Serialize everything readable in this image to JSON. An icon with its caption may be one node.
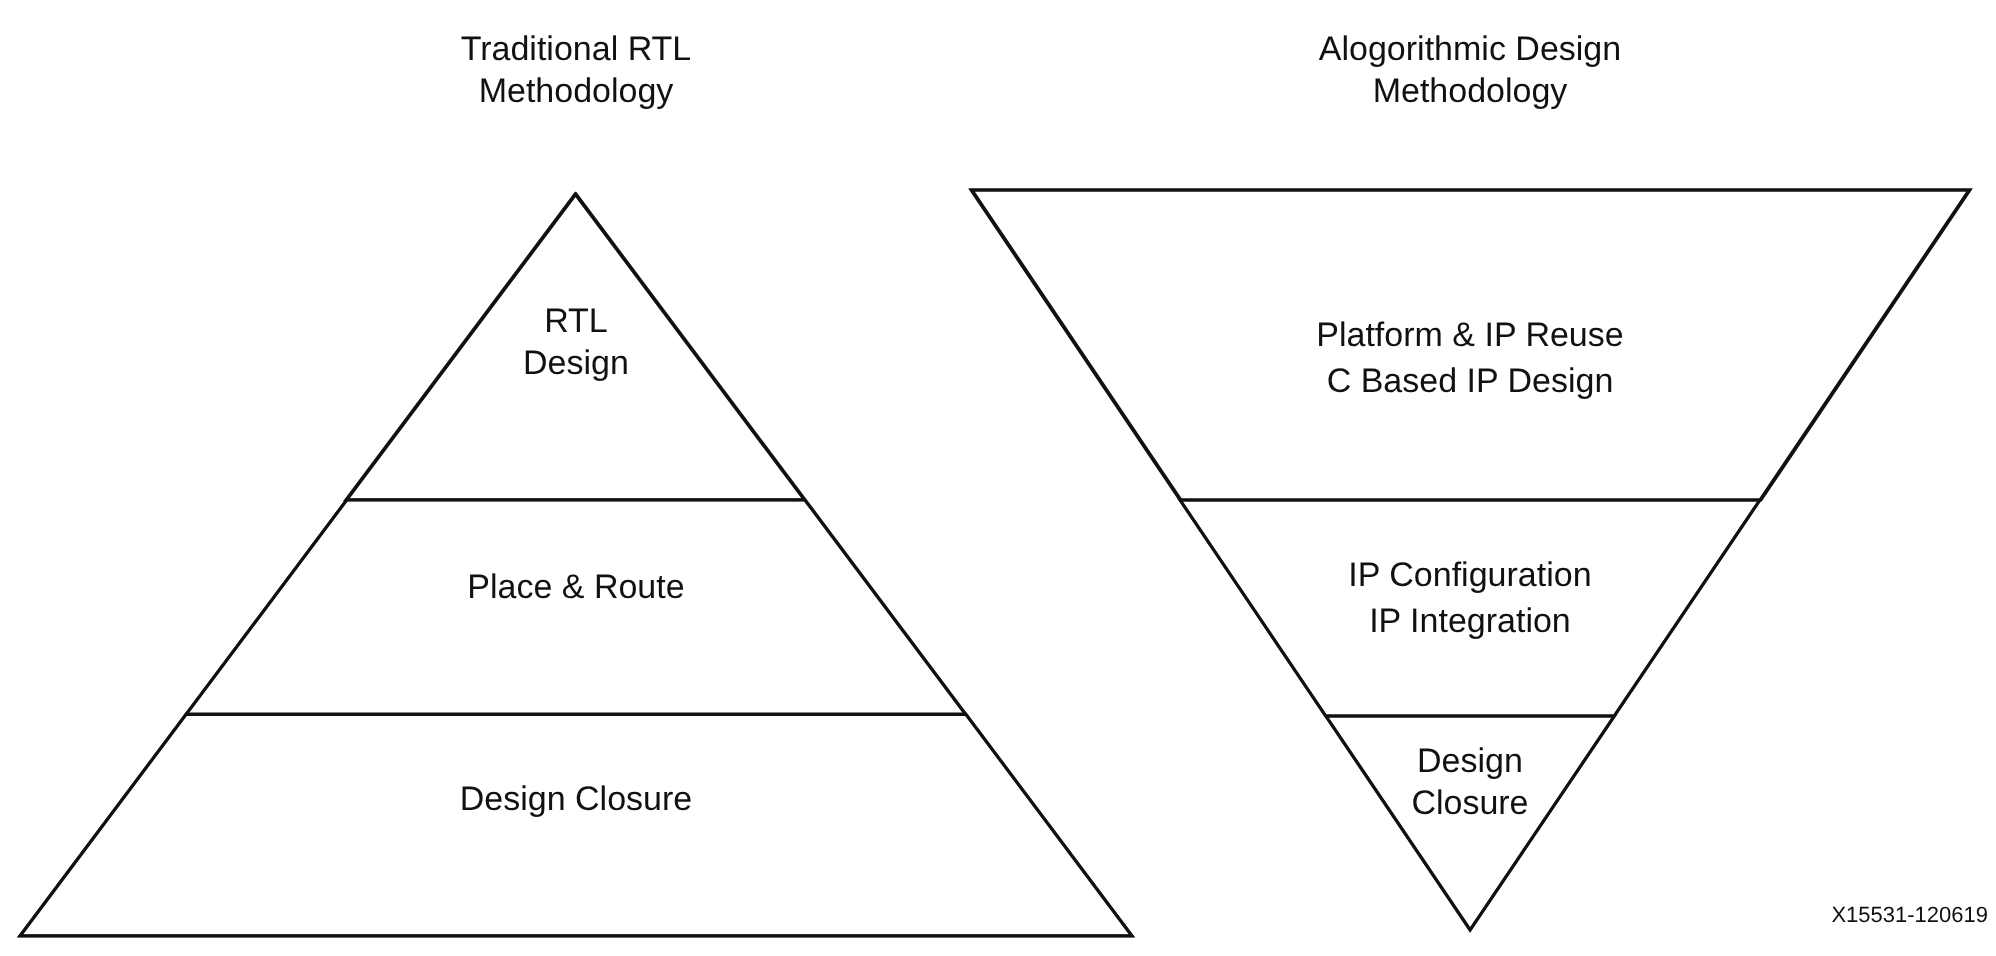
{
  "diagram": {
    "nodes": [
      {
        "text": [
          "Traditional RTL Methodology"
        ]
      },
      {
        "text": [
          "RTL Design"
        ],
        "in": 0
      },
      {
        "text": [
          "Place & Route"
        ],
        "in": 0
      },
      {
        "text": [
          "Design Closure"
        ],
        "in": 0
      },
      {
        "text": [
          "Alogorithmic Design Methodology"
        ]
      },
      {
        "text": [
          "Platform & IP Reuse",
          "C Based IP Design"
        ],
        "in": 4
      },
      {
        "text": [
          "IP Configuration",
          "IP Integration"
        ],
        "in": 4
      },
      {
        "text": [
          "Design Closure"
        ],
        "in": 4
      }
    ],
    "labels": [
      "X15531-120619"
    ]
  }
}
